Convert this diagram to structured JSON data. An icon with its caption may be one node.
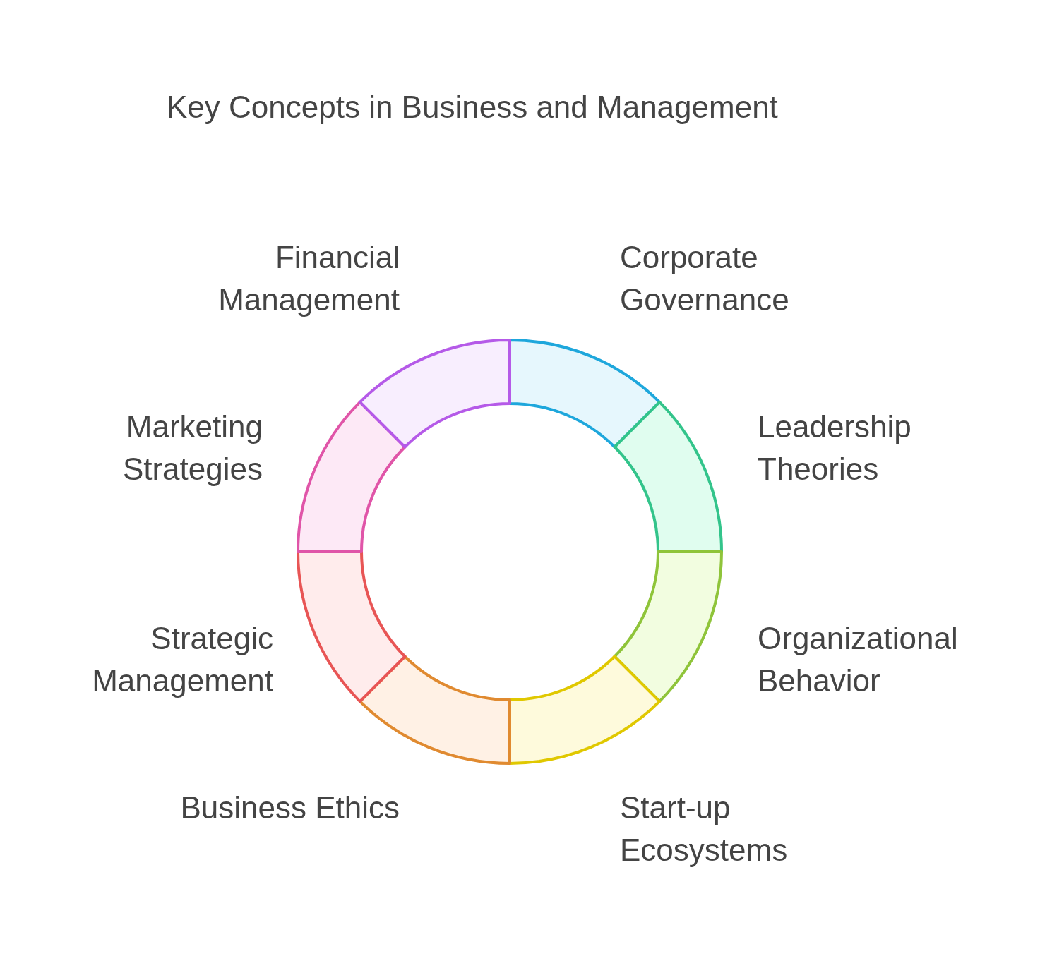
{
  "diagram": {
    "title": "Key Concepts in Business and Management",
    "nodes": [
      {
        "text": [],
        "shape": "segment",
        "beside": [
          "Corporate Governance"
        ]
      },
      {
        "text": [],
        "shape": "segment",
        "beside": [
          "Leadership Theories"
        ]
      },
      {
        "text": [],
        "shape": "segment",
        "beside": [
          "Organizational Behavior"
        ]
      },
      {
        "text": [],
        "shape": "segment",
        "beside": [
          "Start-up Ecosystems"
        ]
      },
      {
        "text": [],
        "shape": "segment",
        "beside": [
          "Business Ethics"
        ]
      },
      {
        "text": [],
        "shape": "segment",
        "beside": [
          "Strategic Management"
        ]
      },
      {
        "text": [],
        "shape": "segment",
        "beside": [
          "Marketing Strategies"
        ]
      },
      {
        "text": [],
        "shape": "segment",
        "beside": [
          "Financial Management"
        ]
      }
    ]
  }
}
